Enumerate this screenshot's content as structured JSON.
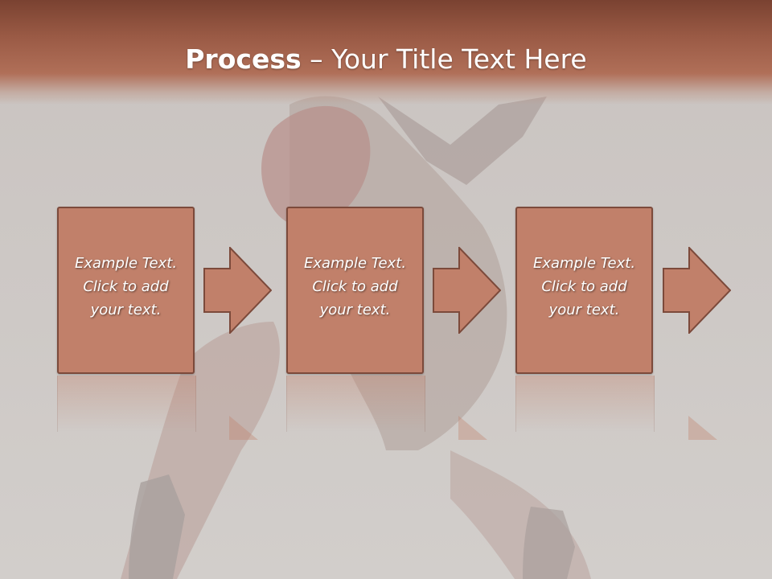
{
  "slide": {
    "title_bold": "Process",
    "title_rest": " – Your Title Text Here",
    "steps": [
      {
        "text": "Example Text.\nClick  to add\nyour text."
      },
      {
        "text": "Example Text.\nClick  to add\nyour text."
      },
      {
        "text": "Example Text.\nClick  to add\nyour text."
      }
    ]
  },
  "colors": {
    "title_bar": "#9a5a45",
    "box_fill": "#c1806a",
    "box_border": "#7c4a3b",
    "background": "#cdc8c5"
  }
}
